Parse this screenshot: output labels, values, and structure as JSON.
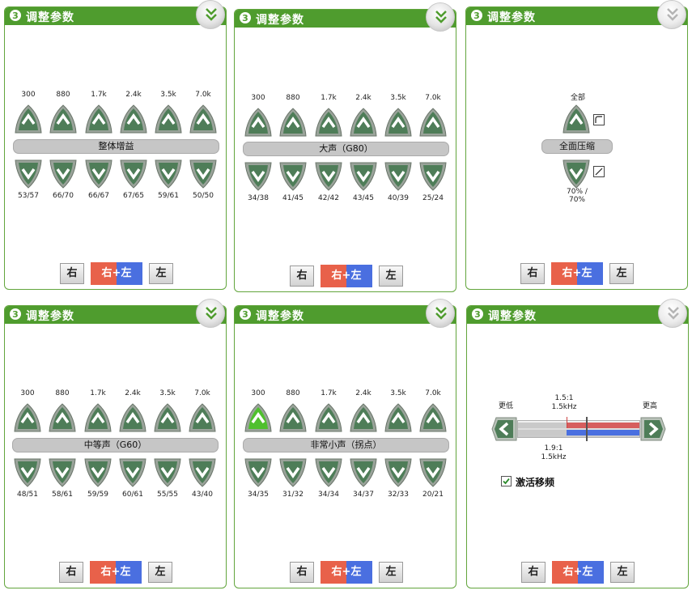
{
  "colors": {
    "header_green": "#4f9c2e",
    "right_red": "#e8614a",
    "left_blue": "#4a6fe0"
  },
  "panel_title": "调整参数",
  "step": "3",
  "buttons": {
    "right": "右",
    "both": "右+左",
    "left": "左"
  },
  "frequencies": [
    "300",
    "880",
    "1.7k",
    "2.4k",
    "3.5k",
    "7.0k"
  ],
  "panels": [
    {
      "bar": "整体增益",
      "values": [
        "53/57",
        "66/70",
        "66/67",
        "67/65",
        "59/61",
        "50/50"
      ]
    },
    {
      "bar": "大声（G80）",
      "values": [
        "34/38",
        "41/45",
        "42/42",
        "43/45",
        "40/39",
        "25/24"
      ]
    },
    {
      "all_label": "全部",
      "bar": "全面压缩",
      "value_line1": "70% /",
      "value_line2": "70%"
    },
    {
      "bar": "中等声（G60）",
      "values": [
        "48/51",
        "58/61",
        "59/59",
        "60/61",
        "55/55",
        "43/40"
      ]
    },
    {
      "bar": "非常小声（拐点）",
      "values": [
        "34/35",
        "31/32",
        "34/34",
        "34/37",
        "32/33",
        "20/21"
      ]
    },
    {
      "left_label": "更低",
      "right_label": "更高",
      "top_ratio": "1.5:1",
      "top_freq": "1.5kHz",
      "bottom_ratio": "1.9:1",
      "bottom_freq": "1.5kHz",
      "checkbox_label": "激活移频",
      "checkbox_checked": true
    }
  ]
}
